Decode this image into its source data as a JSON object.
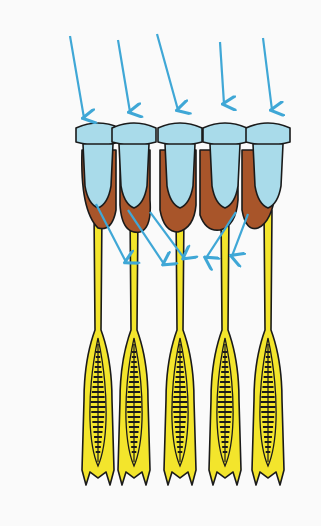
{
  "diagram": {
    "ommatidium_count": 5,
    "light_ray_count": 5,
    "refracted_ray_count": 5,
    "colors": {
      "background": "#fafafa",
      "lens": "#a9dbea",
      "pigment": "#a8552a",
      "rhabdom": "#f3e52c",
      "light_ray": "#3fa7d6",
      "outline": "#1a1a1a",
      "striation": "#1a1a1a"
    }
  }
}
